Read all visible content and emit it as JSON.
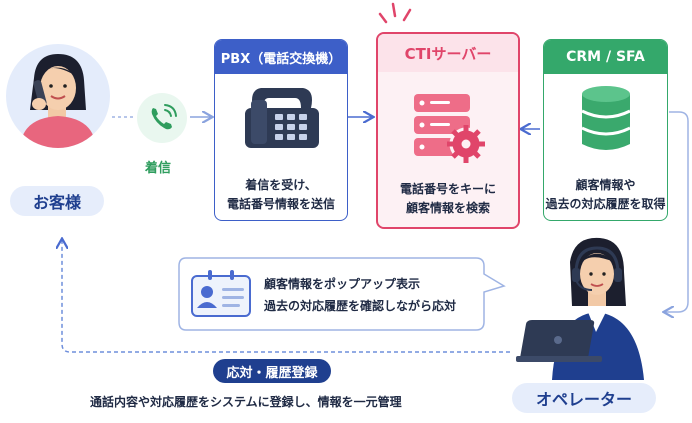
{
  "customer": {
    "label": "お客様"
  },
  "incoming": {
    "label": "着信"
  },
  "pbx": {
    "title": "PBX（電話交換機）",
    "desc_line1": "着信を受け、",
    "desc_line2": "電話番号情報を送信"
  },
  "cti": {
    "title": "CTIサーバー",
    "desc_line1": "電話番号をキーに",
    "desc_line2": "顧客情報を検索"
  },
  "crm": {
    "title": "CRM / SFA",
    "desc_line1": "顧客情報や",
    "desc_line2": "過去の対応履歴を取得"
  },
  "popup": {
    "line1": "顧客情報をポップアップ表示",
    "line2": "過去の対応履歴を確認しながら応対"
  },
  "record": {
    "label": "応対・履歴登録",
    "desc": "通話内容や対応履歴をシステムに登録し、情報を一元管理"
  },
  "operator": {
    "label": "オペレーター"
  },
  "colors": {
    "navy": "#1f3f8f",
    "blue": "#3d5fc8",
    "pink": "#e0456a",
    "green": "#34a86b",
    "arrow": "#9fb4e4"
  }
}
